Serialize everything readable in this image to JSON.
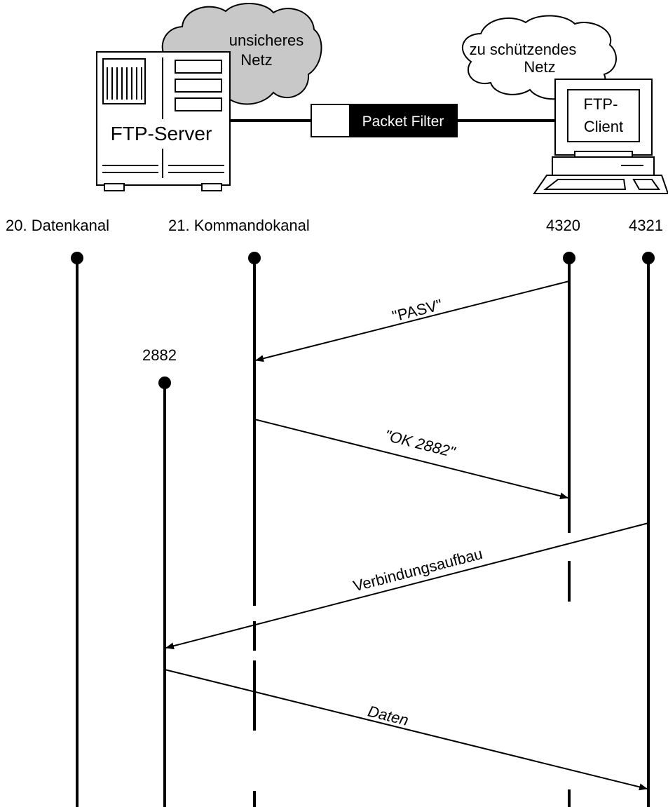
{
  "colors": {
    "line": "#000000",
    "cloud_unsafe": "#c8c8c8",
    "cloud_protected": "#ffffff",
    "filter_block": "#000000",
    "filter_text": "#ffffff"
  },
  "topology": {
    "server_label": "FTP-Server",
    "unsafe_net_line1": "unsicheres",
    "unsafe_net_line2": "Netz",
    "filter_label": "Packet Filter",
    "protected_net_line1": "zu schützendes",
    "protected_net_line2": "Netz",
    "client_line1": "FTP-",
    "client_line2": "Client"
  },
  "ports": {
    "server_data": "20. Datenkanal",
    "server_command": "21. Kommandokanal",
    "client_command": "4320",
    "client_data": "4321",
    "server_passive": "2882"
  },
  "messages": {
    "pasv": "\"PASV\"",
    "ok": "\"OK 2882\"",
    "connect": "Verbindungsaufbau",
    "data": "Daten"
  },
  "icons": [
    "server-icon",
    "computer-icon",
    "cloud-icon",
    "filter-icon",
    "arrowhead-icon"
  ]
}
